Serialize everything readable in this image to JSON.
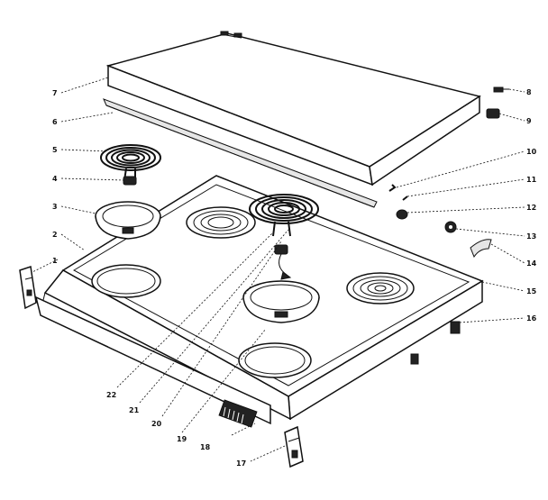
{
  "parts": [
    {
      "id": "p1",
      "label": "1"
    },
    {
      "id": "p2",
      "label": "2"
    },
    {
      "id": "p3",
      "label": "3"
    },
    {
      "id": "p4",
      "label": "4"
    },
    {
      "id": "p5",
      "label": "5"
    },
    {
      "id": "p6",
      "label": "6"
    },
    {
      "id": "p7",
      "label": "7"
    },
    {
      "id": "p8",
      "label": "8"
    },
    {
      "id": "p9",
      "label": "9"
    },
    {
      "id": "p10",
      "label": "10"
    },
    {
      "id": "p11",
      "label": "11"
    },
    {
      "id": "p12",
      "label": "12"
    },
    {
      "id": "p13",
      "label": "13"
    },
    {
      "id": "p14",
      "label": "14"
    },
    {
      "id": "p15",
      "label": "15"
    },
    {
      "id": "p16",
      "label": "16"
    },
    {
      "id": "p17",
      "label": "17"
    },
    {
      "id": "p18",
      "label": "18"
    },
    {
      "id": "p19",
      "label": "19"
    },
    {
      "id": "p20",
      "label": "20"
    },
    {
      "id": "p21",
      "label": "21"
    },
    {
      "id": "p22",
      "label": "22"
    }
  ]
}
